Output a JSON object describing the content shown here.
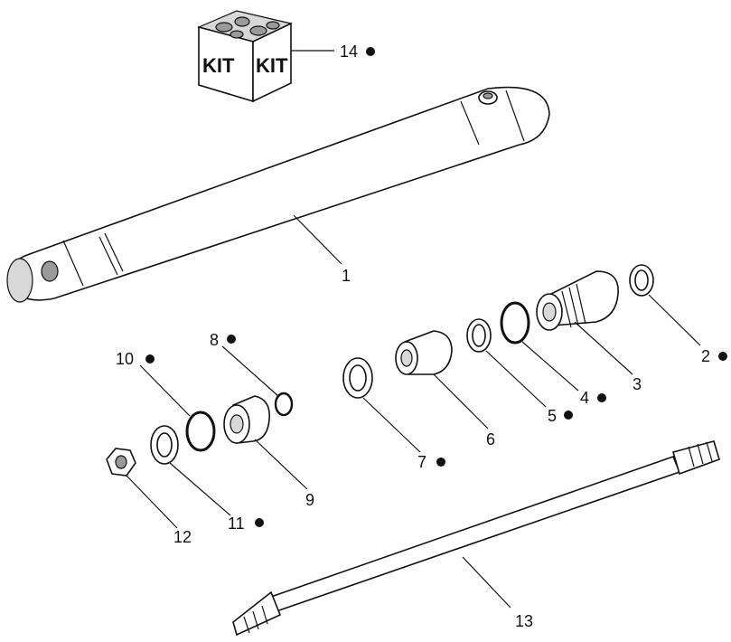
{
  "callouts": [
    {
      "id": "c1",
      "number": "1"
    },
    {
      "id": "c2",
      "number": "2"
    },
    {
      "id": "c3",
      "number": "3"
    },
    {
      "id": "c4",
      "number": "4"
    },
    {
      "id": "c5",
      "number": "5"
    },
    {
      "id": "c6",
      "number": "6"
    },
    {
      "id": "c7",
      "number": "7"
    },
    {
      "id": "c8",
      "number": "8"
    },
    {
      "id": "c9",
      "number": "9"
    },
    {
      "id": "c10",
      "number": "10"
    },
    {
      "id": "c11",
      "number": "11"
    },
    {
      "id": "c12",
      "number": "12"
    },
    {
      "id": "c13",
      "number": "13"
    },
    {
      "id": "c14",
      "number": "14"
    }
  ],
  "kit_box": {
    "face_left": "KIT",
    "face_right": "KIT"
  }
}
